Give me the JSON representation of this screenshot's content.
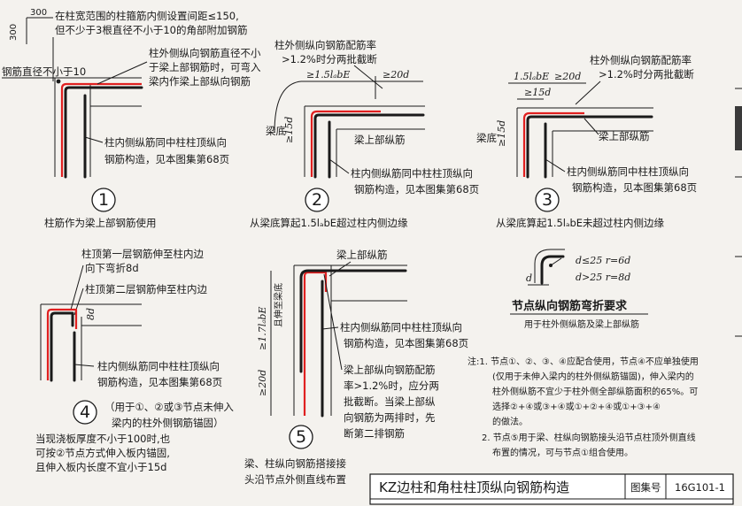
{
  "texts": {
    "dim_300_a": "300",
    "dim_300_b": "300",
    "top_note_1": "在柱宽范围的柱箍筋内侧设置间距≤150,",
    "top_note_2": "但不少于3根直径不小于10的角部附加钢筋",
    "corner_bar_note": "钢筋直径不小于10",
    "n1_note_1": "柱外侧纵向钢筋直径不小",
    "n1_note_2": "于梁上部钢筋时，可弯入",
    "n1_note_3": "梁内作梁上部纵向钢筋",
    "n1_inner_1": "柱内侧纵筋同中柱柱顶纵向",
    "n1_inner_2": "钢筋构造，见本图集第68页",
    "n1_caption": "柱筋作为梁上部钢筋使用",
    "n2_ratio_1": "柱外侧纵向钢筋配筋率",
    "n2_ratio_2": ">1.2%时分两批截断",
    "n2_dim_15": "≥1.5lₐbE",
    "n2_dim_20d": "≥20d",
    "n2_dim_15d": "≥15d",
    "n2_beam_bottom": "梁底",
    "n2_beam_top": "梁上部纵筋",
    "n2_inner_1": "柱内侧纵筋同中柱柱顶纵向",
    "n2_inner_2": "钢筋构造，见本图集第68页",
    "n2_caption": "从梁底算起1.5lₐbE超过柱内侧边缘",
    "n3_ratio_1": "柱外侧纵向钢筋配筋率",
    "n3_ratio_2": ">1.2%时分两批截断",
    "n3_dim_15": "1.5lₐbE",
    "n3_dim_20d": "≥20d",
    "n3_dim_15d_h": "≥15d",
    "n3_dim_15d_v": "≥15d",
    "n3_beam_bottom": "梁底",
    "n3_beam_top": "梁上部纵筋",
    "n3_inner_1": "柱内侧纵筋同中柱柱顶纵向",
    "n3_inner_2": "钢筋构造，见本图集第68页",
    "n3_caption": "从梁底算起1.5lₐbE未超过柱内侧边缘",
    "n4_first_1": "柱顶第一层钢筋伸至柱内边",
    "n4_first_2": "向下弯折8d",
    "n4_second": "柱顶第二层钢筋伸至柱内边",
    "n4_dim_8d": "8d",
    "n4_inner_1": "柱内侧纵筋同中柱柱顶纵向",
    "n4_inner_2": "钢筋构造，见本图集第68页",
    "n4_use_1": "（用于①、②或③节点未伸入",
    "n4_use_2": "梁内的柱外侧钢筋锚固）",
    "n4_slab_1": "当现浇板厚度不小于100时,也",
    "n4_slab_2": "可按②节点方式伸入板内锚固,",
    "n4_slab_3": "且伸入板内长度不宜小于15d",
    "n5_beam_top": "梁上部纵筋",
    "n5_dim_17": "≥1.7lₐbE",
    "n5_dim_17b": "且伸至梁底",
    "n5_dim_20d": "≥20d",
    "n5_inner_1": "柱内侧纵筋同中柱柱顶纵向",
    "n5_inner_2": "钢筋构造，见本图集第68页",
    "n5_ratio_1": "梁上部纵向钢筋配筋",
    "n5_ratio_2": "率>1.2%时，应分两",
    "n5_ratio_3": "批截断。当梁上部纵",
    "n5_ratio_4": "向钢筋为两排时，先",
    "n5_ratio_5": "断第二排钢筋",
    "n5_caption_1": "梁、柱纵向钢筋搭接接",
    "n5_caption_2": "头沿节点外侧直线布置",
    "bend_d1": "d≤25  r=6d",
    "bend_d2": "d>25  r=8d",
    "bend_d": "d",
    "bend_title": "节点纵向钢筋弯折要求",
    "bend_sub": "用于柱外侧纵筋及梁上部纵筋",
    "note_1a": "注:1. 节点①、②、③、④应配合使用，节点④不应单独使用",
    "note_1b": "(仅用于未伸入梁内的柱外侧纵筋锚固)，伸入梁内的",
    "note_1c": "柱外侧纵筋不宜少于柱外侧全部纵筋面积的65%。可",
    "note_1d": "选择②+④或③+④或①+②+④或①+③+④",
    "note_1e": "的做法。",
    "note_2a": "2. 节点⑤用于梁、柱纵向钢筋接头沿节点柱顶外侧直线",
    "note_2b": "布置的情况，可与节点①组合使用。",
    "main_title": "KZ边柱和角柱柱顶纵向钢筋构造",
    "atlas_label": "图集号",
    "atlas_no": "16G101-1"
  },
  "node_numbers": [
    "1",
    "2",
    "3",
    "4",
    "5"
  ],
  "colors": {
    "rebar_highlight": "#e02020",
    "ink": "#1a1a1a",
    "paper": "#f4f2ee"
  }
}
